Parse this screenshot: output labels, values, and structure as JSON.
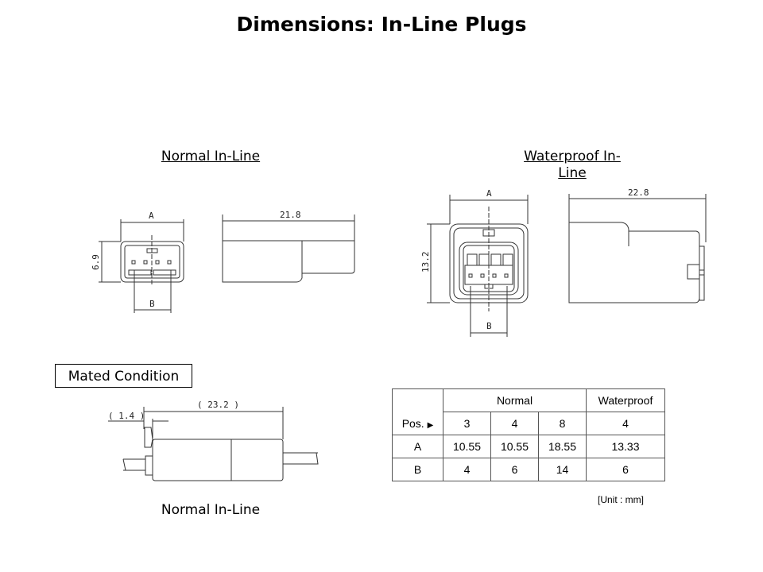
{
  "title": "Dimensions: In-Line Plugs",
  "sections": {
    "normal_label": "Normal In-Line",
    "waterproof_label_line1": "Waterproof In-",
    "waterproof_label_line2": "Line",
    "mated_label": "Mated Condition",
    "mated_caption": "Normal In-Line"
  },
  "dimensions": {
    "normal_front": {
      "width": "A",
      "height": "6.9",
      "pitch": "B"
    },
    "normal_side": {
      "length": "21.8"
    },
    "waterproof_front": {
      "width": "A",
      "height": "13.2",
      "pitch": "B"
    },
    "waterproof_side": {
      "length": "22.8"
    },
    "mated": {
      "offset": "( 1.4 )",
      "length": "( 23.2 )"
    }
  },
  "table": {
    "group_headers": [
      "Normal",
      "Waterproof"
    ],
    "pos_label": "Pos.",
    "positions": [
      "3",
      "4",
      "8",
      "4"
    ],
    "rows": [
      {
        "label": "A",
        "values": [
          "10.55",
          "10.55",
          "18.55",
          "13.33"
        ]
      },
      {
        "label": "B",
        "values": [
          "4",
          "6",
          "14",
          "6"
        ]
      }
    ],
    "unit": "[Unit : mm]"
  }
}
